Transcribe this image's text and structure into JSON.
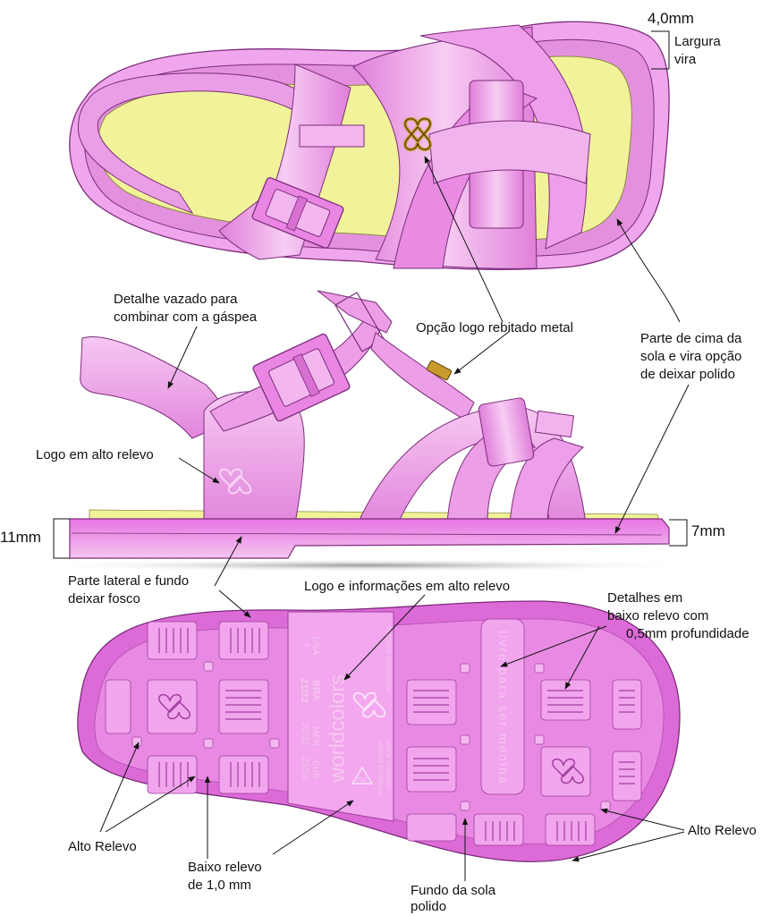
{
  "annotations": {
    "dim_top": "4,0mm",
    "largura": "Largura",
    "vira": "vira",
    "vazado_1": "Detalhe vazado para",
    "vazado_2": "combinar com a gáspea",
    "logo_metal": "Opção logo rebitado metal",
    "parte_cima_1": "Parte de cima da",
    "parte_cima_2": "sola e vira opção",
    "parte_cima_3": "de deixar polido",
    "logo_relevo": "Logo em alto relevo",
    "dim_11": "11mm",
    "dim_7": "7mm",
    "lateral_1": "Parte lateral e fundo",
    "lateral_2": "deixar fosco",
    "logo_info": "Logo e informações em alto relevo",
    "baixo_det_1": "Detalhes em",
    "baixo_det_2": "baixo relevo com",
    "baixo_det_3": "0,5mm profundidade",
    "alto_left": "Alto Relevo",
    "alto_right": "Alto Relevo",
    "baixo_1mm_1": "Baixo relevo",
    "baixo_1mm_2": "de 1,0 mm",
    "fundo_1": "Fundo da sola",
    "fundo_2": "polido"
  },
  "sole_text": {
    "brand": "worldcolors",
    "slogan": "livre para ser menina",
    "usa": "USA",
    "usa_size": "7",
    "bra": "BRA",
    "bra_size": "21/22",
    "mer": "MER",
    "mer_size": "22/23",
    "eur": "EUR",
    "eur_size": "23/24",
    "patent": "PATENTE REQUERIDA",
    "made_in": "MADE IN BRAZIL",
    "hecho_en": "HECHO EN BRASIL",
    "recycle": "PVC"
  },
  "colors": {
    "pink": "#e98fe3",
    "pink_light": "#f4c2ef",
    "pink_dark": "#a23ea0",
    "sole_magenta": "#dc6bd8",
    "insole_yellow": "#f3f39a",
    "metal_gold": "#c99a2e"
  }
}
